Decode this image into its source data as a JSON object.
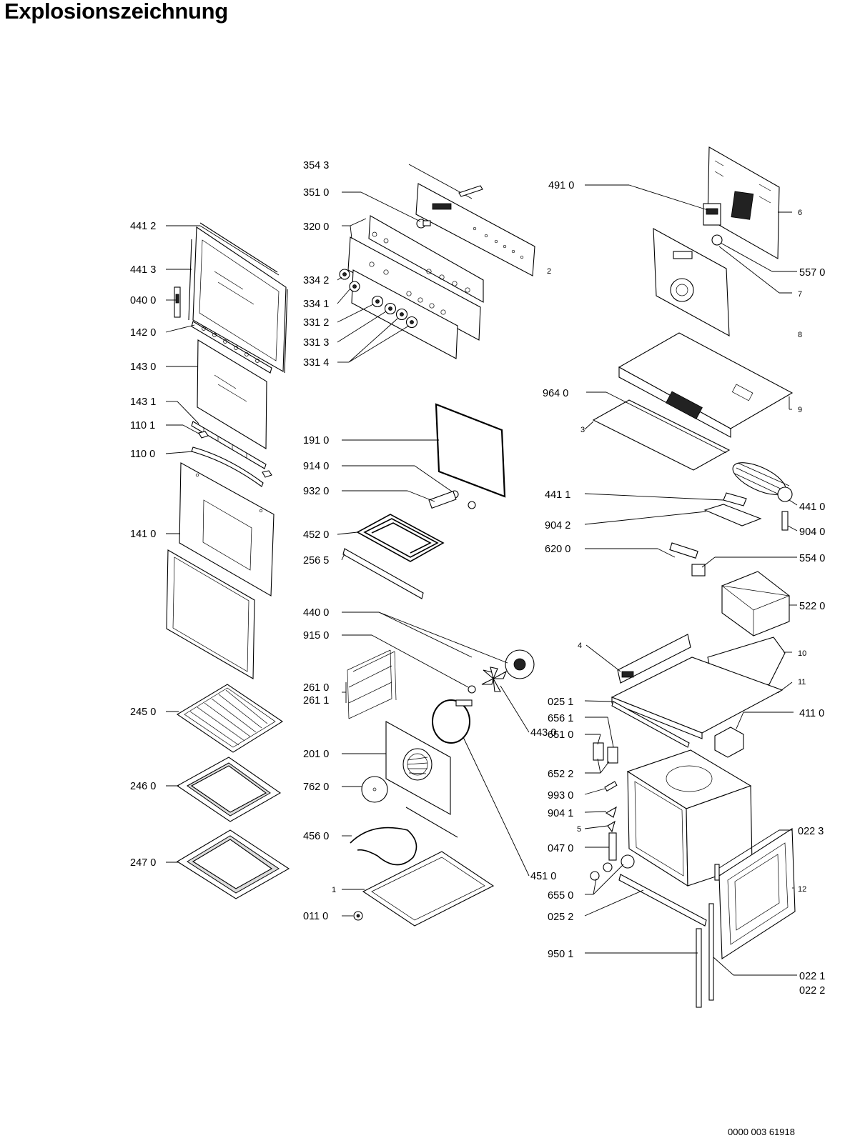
{
  "title": "Explosionszeichnung",
  "doc_number": "0000 003 61918",
  "parts": {
    "p354_3": "354 3",
    "p351_0": "351 0",
    "p320_0": "320 0",
    "p334_2": "334 2",
    "p334_1": "334 1",
    "p331_2": "331 2",
    "p331_3": "331 3",
    "p331_4": "331 4",
    "p191_0": "191 0",
    "p914_0": "914 0",
    "p932_0": "932 0",
    "p452_0": "452 0",
    "p256_5": "256 5",
    "p440_0": "440 0",
    "p915_0": "915 0",
    "p261_0": "261 0",
    "p261_1": "261 1",
    "p201_0": "201 0",
    "p762_0": "762 0",
    "p456_0": "456 0",
    "p011_0": "011 0",
    "p443_0": "443 0",
    "p451_0": "451 0",
    "p441_2": "441 2",
    "p441_3": "441 3",
    "p040_0": "040 0",
    "p142_0": "142 0",
    "p143_0": "143 0",
    "p143_1": "143 1",
    "p110_1": "110 1",
    "p110_0": "110 0",
    "p141_0": "141 0",
    "p245_0": "245 0",
    "p246_0": "246 0",
    "p247_0": "247 0",
    "p491_0": "491 0",
    "p557_0": "557 0",
    "p964_0": "964 0",
    "p441_1": "441 1",
    "p441_0": "441 0",
    "p904_2": "904 2",
    "p904_0": "904 0",
    "p620_0": "620 0",
    "p554_0": "554 0",
    "p522_0": "522 0",
    "p025_1": "025 1",
    "p656_1": "656 1",
    "p651_0": "651 0",
    "p652_2": "652 2",
    "p993_0": "993 0",
    "p904_1": "904 1",
    "p047_0": "047 0",
    "p655_0": "655 0",
    "p025_2": "025 2",
    "p950_1": "950 1",
    "p411_0": "411 0",
    "p022_3": "022 3",
    "p022_1": "022 1",
    "p022_2": "022 2"
  },
  "callouts": {
    "n1": "1",
    "n2": "2",
    "n3": "3",
    "n4": "4",
    "n5": "5",
    "n6": "6",
    "n7": "7",
    "n8": "8",
    "n9": "9",
    "n10": "10",
    "n11": "11",
    "n12": "12"
  }
}
